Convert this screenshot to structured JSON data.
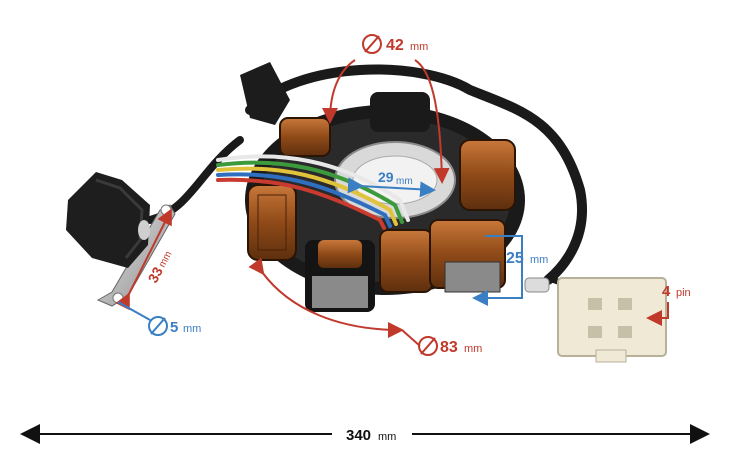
{
  "dimensions": {
    "inner_diameter": {
      "value": "42",
      "unit": "mm",
      "symbol": "⌀"
    },
    "bore_width": {
      "value": "29",
      "unit": "mm"
    },
    "pole_height": {
      "value": "25",
      "unit": "mm"
    },
    "outer_diameter": {
      "value": "83",
      "unit": "mm",
      "symbol": "⌀"
    },
    "sensor_spacing": {
      "value": "33",
      "unit": "mm"
    },
    "mount_hole": {
      "value": "5",
      "unit": "mm",
      "symbol": "⌀"
    },
    "connector_pins": {
      "value": "4",
      "unit": "pin"
    },
    "total_length": {
      "value": "340",
      "unit": "mm"
    }
  },
  "colors": {
    "red_annotation": "#c0392b",
    "blue_annotation": "#3a7fc4",
    "copper": "#a85a22",
    "black_plastic": "#1c1c1c"
  },
  "wire_colors": [
    "#e8e8e8",
    "#3c9a3c",
    "#e0c33a",
    "#2f6fbf",
    "#c93a2f"
  ]
}
